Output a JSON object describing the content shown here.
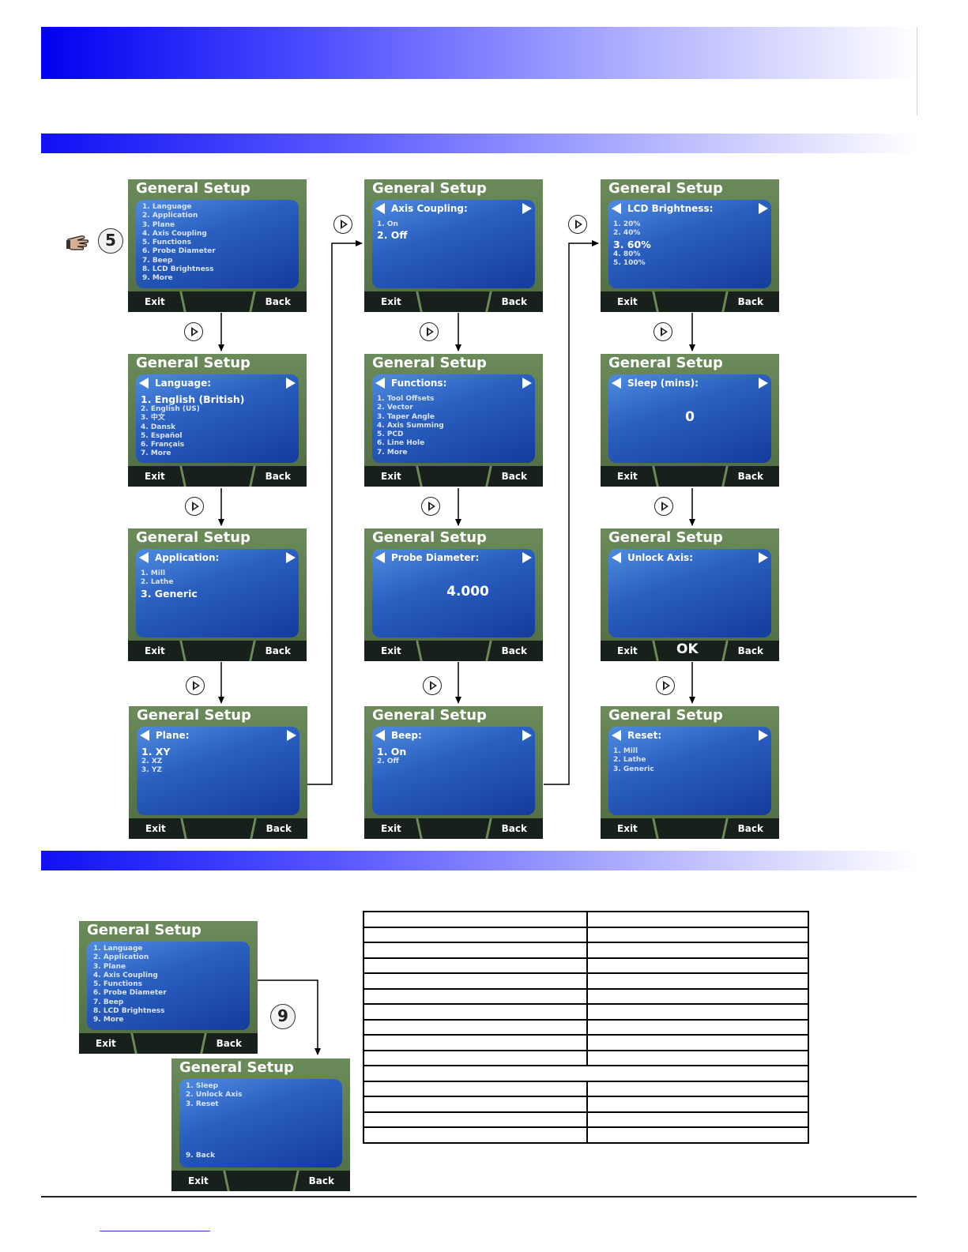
{
  "common": {
    "title": "General Setup",
    "exit": "Exit",
    "back": "Back",
    "ok": "OK"
  },
  "badges": {
    "step_5": "5",
    "step_9": "9"
  },
  "colors": {
    "lcd_bezel": "#6b8b5a",
    "lcd_screen": "#2a5fc0",
    "band": "#0000f0"
  },
  "screens": {
    "main_menu": [
      "1. Language",
      "2. Application",
      "3. Plane",
      "4. Axis Coupling",
      "5. Functions",
      "6. Probe Diameter",
      "7. Beep",
      "8. LCD Brightness",
      "9. More"
    ],
    "language": {
      "label": "Language:",
      "items": [
        "1. English (British)",
        "2. English (US)",
        "3. 中文",
        "4. Dansk",
        "5. Español",
        "6. Français",
        "7. More"
      ]
    },
    "application": {
      "label": "Application:",
      "items": [
        "1. Mill",
        "2. Lathe",
        "3. Generic"
      ]
    },
    "plane": {
      "label": "Plane:",
      "items": [
        "1. XY",
        "2. XZ",
        "3. YZ"
      ]
    },
    "axis_coupling": {
      "label": "Axis Coupling:",
      "items": [
        "1. On",
        "2. Off"
      ]
    },
    "functions": {
      "label": "Functions:",
      "items": [
        "1. Tool Offsets",
        "2. Vector",
        "3. Taper Angle",
        "4. Axis Summing",
        "5. PCD",
        "6. Line Hole",
        "7. More"
      ]
    },
    "probe_diameter": {
      "label": "Probe Diameter:",
      "value": "4.000"
    },
    "beep": {
      "label": "Beep:",
      "items": [
        "1. On",
        "2. Off"
      ]
    },
    "lcd_brightness": {
      "label": "LCD Brightness:",
      "items": [
        "1. 20%",
        "2. 40%",
        "3. 60%",
        "4. 80%",
        "5. 100%"
      ]
    },
    "sleep": {
      "label": "Sleep (mins):",
      "value": "0"
    },
    "unlock_axis": {
      "label": "Unlock Axis:"
    },
    "reset": {
      "label": "Reset:",
      "items": [
        "1. Mill",
        "2. Lathe",
        "3. Generic"
      ]
    },
    "more_menu": [
      "1. Sleep",
      "2. Unlock Axis",
      "3. Reset",
      "9. Back"
    ]
  }
}
